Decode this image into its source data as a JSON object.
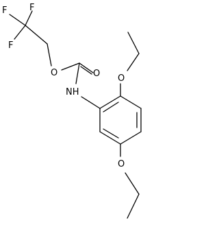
{
  "molecule": {
    "atoms": {
      "f1": "F",
      "f2": "F",
      "f3": "F",
      "o_ester": "O",
      "o_carbonyl": "O",
      "nh": "NH",
      "o_ethoxy_top": "O",
      "o_ethoxy_bottom": "O"
    }
  }
}
